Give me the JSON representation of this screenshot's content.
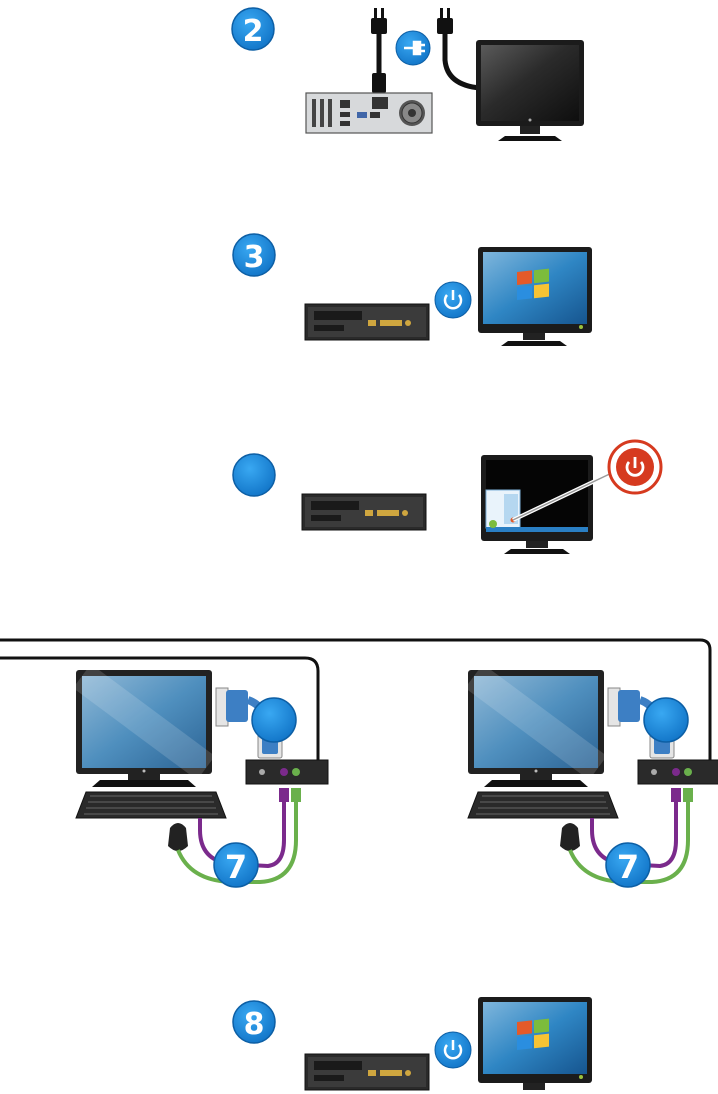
{
  "steps": [
    {
      "id": "step-2",
      "number": "2"
    },
    {
      "id": "step-3",
      "number": "3"
    },
    {
      "id": "step-4",
      "number": ""
    },
    {
      "id": "step-5",
      "number": ""
    },
    {
      "id": "step-7",
      "number": "7"
    },
    {
      "id": "step-8",
      "number": "8"
    }
  ],
  "colors": {
    "badge_blue": "#1a8fe3",
    "cable_black": "#111111",
    "cable_purple": "#7b2a8c",
    "cable_green": "#6ab04c",
    "vga_blue": "#3d7fc4",
    "power_red": "#d63a1f",
    "screen_blue": "#2d7dbb"
  },
  "icons": [
    "power-plug-icon",
    "power-button-icon",
    "windows-logo-icon",
    "shutdown-icon"
  ]
}
